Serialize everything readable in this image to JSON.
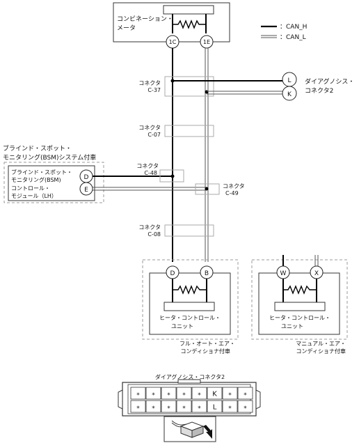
{
  "legend": {
    "can_h": "：CAN_H",
    "can_l": "：CAN_L"
  },
  "meter": {
    "line1": "コンビネーション・",
    "line2": "メータ",
    "pin_h": "1C",
    "pin_l": "1E"
  },
  "dlc": {
    "line1": "ダイアグノシス・",
    "line2": "コネクタ2",
    "pin_top": "L",
    "pin_bottom": "K"
  },
  "connectors": {
    "c37": {
      "label": "コネクタ",
      "code": "C-37"
    },
    "c07": {
      "label": "コネクタ",
      "code": "C-07"
    },
    "c48": {
      "label": "コネクタ",
      "code": "C-48"
    },
    "c49": {
      "label": "コネクタ",
      "code": "C-49"
    },
    "c08": {
      "label": "コネクタ",
      "code": "C-08"
    }
  },
  "bsm": {
    "vehicle_line1": "ブラインド・スポット・",
    "vehicle_line2": "モニタリング(BSM)システム付車",
    "module_line1": "ブラインド・スポット・",
    "module_line2": "モニタリング(BSM)",
    "module_line3": "コントロール・",
    "module_line4": "モジュール（LH）",
    "pin_d": "D",
    "pin_e": "E"
  },
  "heater_full": {
    "pin_d": "D",
    "pin_b": "B",
    "unit_line1": "ヒータ・コントロール・",
    "unit_line2": "ユニット",
    "vehicle_line1": "フル・オート・エア・",
    "vehicle_line2": "コンディショナ付車"
  },
  "heater_manual": {
    "pin_w": "W",
    "pin_x": "X",
    "unit_line1": "ヒータ・コントロール・",
    "unit_line2": "ユニット",
    "vehicle_line1": "マニュアル・エア・",
    "vehicle_line2": "コンディショナ付車"
  },
  "dlc_face": {
    "title": "ダイアグノシス・コネクタ2",
    "row1": [
      "*",
      "*",
      "*",
      "*",
      "*",
      "K",
      "*",
      "*"
    ],
    "row2": [
      "*",
      "*",
      "*",
      "*",
      "*",
      "L",
      "*",
      "*"
    ]
  },
  "icons": {
    "resistor": "resistor-icon",
    "connector_view": "connector-view-icon",
    "arrow": "arrow-icon"
  }
}
